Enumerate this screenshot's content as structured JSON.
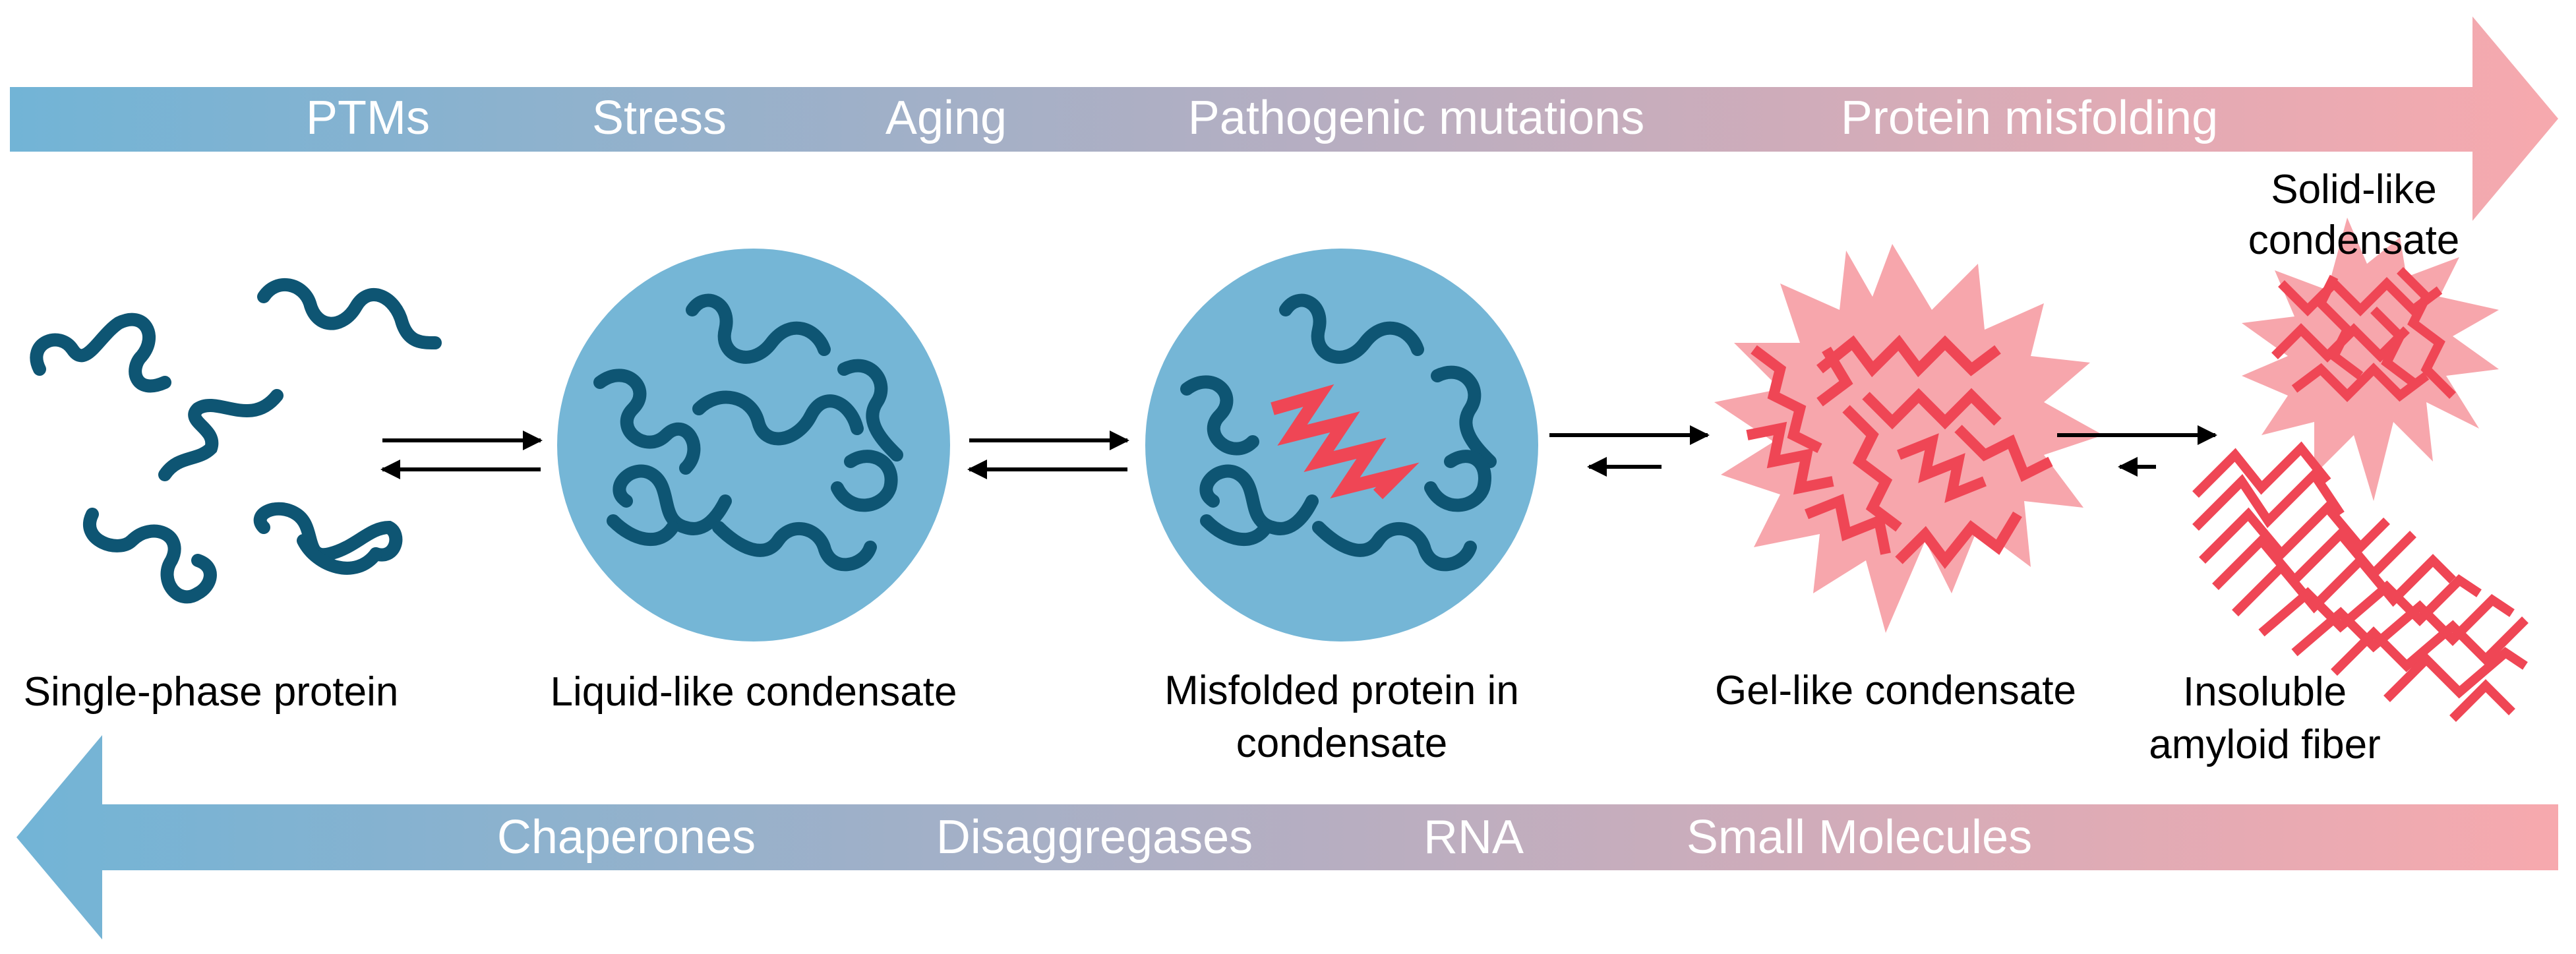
{
  "colors": {
    "blue": "#72B4D6",
    "pink": "#F7A9AE",
    "protein": "#0E5573",
    "misfolded": "#EF4655",
    "droplet": "#75B6D6",
    "gel": "#F7A6AC"
  },
  "top_banner": {
    "direction": "right",
    "labels": [
      "PTMs",
      "Stress",
      "Aging",
      "Pathogenic mutations",
      "Protein misfolding"
    ]
  },
  "bottom_banner": {
    "direction": "left",
    "labels": [
      "Chaperones",
      "Disaggregases",
      "RNA",
      "Small Molecules"
    ]
  },
  "stages": [
    "Single-phase protein",
    "Liquid-like condensate",
    "Misfolded protein in condensate",
    "Gel-like condensate",
    "Solid-like condensate",
    "Insoluble amyloid fiber"
  ],
  "label_lines": {
    "single_phase": "Single-phase protein",
    "liquid": "Liquid-like condensate",
    "misfolded_1": "Misfolded protein in",
    "misfolded_2": "condensate",
    "gel": "Gel-like condensate",
    "solid_1": "Solid-like",
    "solid_2": "condensate",
    "amyloid_1": "Insoluble",
    "amyloid_2": "amyloid fiber"
  },
  "icons": [
    "disordered-protein-icon",
    "liquid-droplet-icon",
    "misfolded-droplet-icon",
    "gel-condensate-icon",
    "solid-condensate-icon",
    "amyloid-fiber-icon",
    "equilibrium-arrows-icon"
  ]
}
